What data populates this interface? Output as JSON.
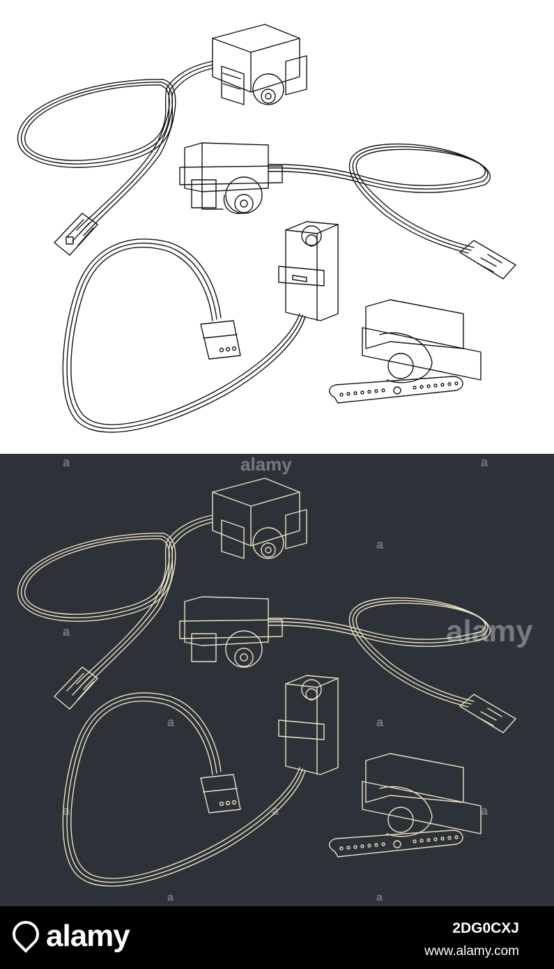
{
  "watermark": {
    "small_mark": "a",
    "large_mark": "alamy"
  },
  "footer": {
    "brand": "alamy",
    "image_id": "2DG0CXJ",
    "site": "www.alamy.com"
  },
  "colors": {
    "light_background": "#ffffff",
    "light_stroke": "#111111",
    "dark_background": "#2d3238",
    "dark_stroke": "#efe3c6",
    "footer_background": "#000000"
  },
  "icons": [
    "servo-motor-icon",
    "servo-cable-icon",
    "three-pin-connector-icon",
    "servo-horn-arm-icon",
    "alamy-logo-icon"
  ]
}
